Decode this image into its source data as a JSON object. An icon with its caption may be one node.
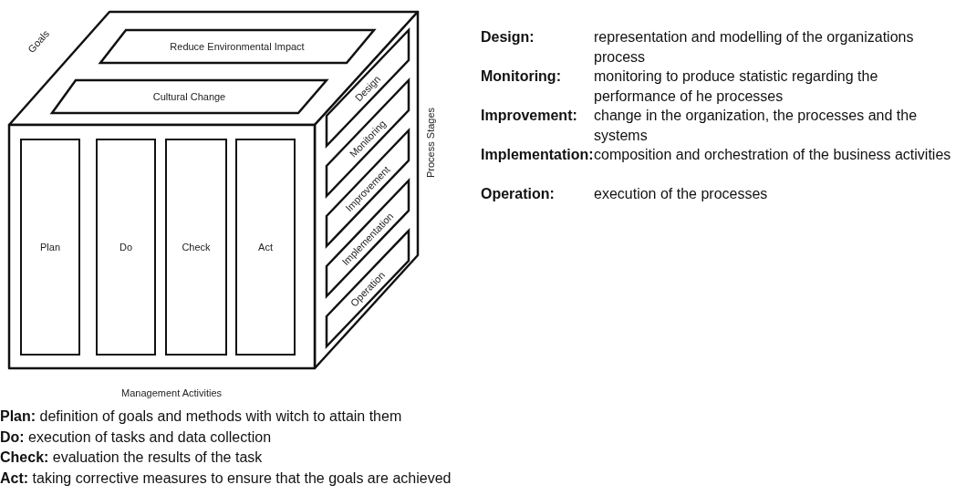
{
  "diagram": {
    "nodes": [
      {
        "text": [
          "Reduce Environmental Impact"
        ]
      },
      {
        "text": [
          "Cultural Change"
        ]
      },
      {
        "text": [
          "Plan"
        ]
      },
      {
        "text": [
          "Do"
        ]
      },
      {
        "text": [
          "Check"
        ]
      },
      {
        "text": [
          "Act"
        ]
      },
      {
        "text": [
          "Design"
        ]
      },
      {
        "text": [
          "Monitoring"
        ]
      },
      {
        "text": [
          "Improvement"
        ]
      },
      {
        "text": [
          "Implementation"
        ]
      },
      {
        "text": [
          "Operation"
        ]
      }
    ],
    "labels": [
      "Goals",
      "Process Stages",
      "Management Activities",
      "Design:",
      "representation and modelling of the organizations process",
      "Monitoring:",
      "monitoring to produce statistic regarding the performance of he processes",
      "Improvement:",
      "change in the organization, the processes and the systems",
      "Implementation:",
      "composition and orchestration of the business activities",
      "Operation:",
      "execution of the processes",
      "**Plan:** definition of goals and methods with witch to attain them",
      "**Do:** execution of tasks and data collection",
      "**Check:** evaluation the results of the task",
      "**Act:** taking corrective measures to ensure that the goals are achieved"
    ]
  }
}
